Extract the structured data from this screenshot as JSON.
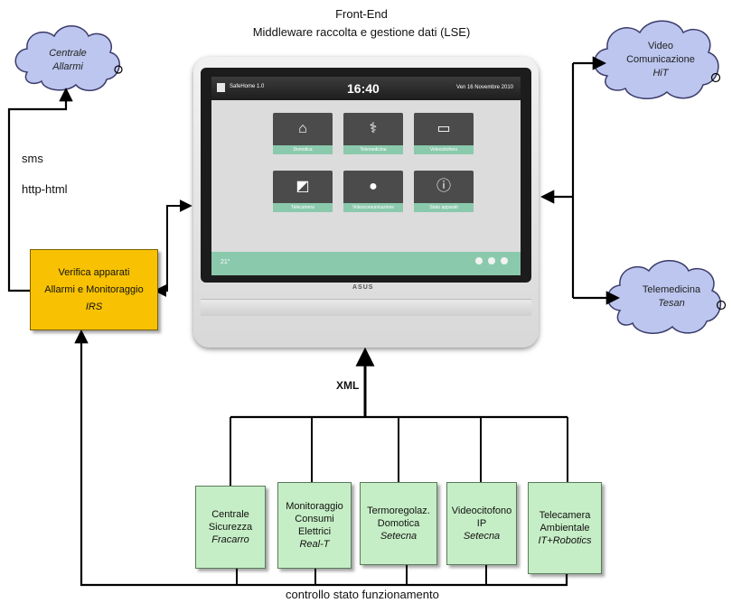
{
  "header": {
    "line1": "Front-End",
    "line2": "Middleware  raccolta e gestione dati (LSE)"
  },
  "clouds": {
    "centrale_allarmi": {
      "line1": "Centrale",
      "line2": "Allarmi"
    },
    "video": {
      "line1": "Video",
      "line2": "Comunicazione",
      "line3": "HiT"
    },
    "telemedicina": {
      "line1": "Telemedicina",
      "line2": "Tesan"
    }
  },
  "labels": {
    "sms": "sms",
    "http": "http-html",
    "xml": "XML",
    "bottom": "controllo  stato funzionamento"
  },
  "irs_box": {
    "line1": "Verifica apparati",
    "line2": "Allarmi e Monitoraggio",
    "line3": "IRS"
  },
  "devices": [
    {
      "line1": "Centrale",
      "line2": "Sicurezza",
      "line3": "",
      "vendor": "Fracarro"
    },
    {
      "line1": "Monitoraggio",
      "line2": "Consumi",
      "line3": "Elettrici",
      "vendor": "Real-T"
    },
    {
      "line1": "Termoregolaz.",
      "line2": "Domotica",
      "line3": "",
      "vendor": "Setecna"
    },
    {
      "line1": "Videocitofono",
      "line2": "IP",
      "line3": "",
      "vendor": "Setecna"
    },
    {
      "line1": "Telecamera",
      "line2": "Ambientale",
      "line3": "",
      "vendor": "IT+Robotics"
    }
  ],
  "screen": {
    "app_name": "SafeHome 1.0",
    "time": "16:40",
    "date": "Ven 16 Novembre 2010",
    "tiles": [
      {
        "label": "Domotica",
        "icon": "house-icon"
      },
      {
        "label": "Telemedicina",
        "icon": "caduceus-icon"
      },
      {
        "label": "Videocitofono",
        "icon": "monitor-icon"
      },
      {
        "label": "Telecamera",
        "icon": "camera-icon"
      },
      {
        "label": "Videocomunicazione",
        "icon": "speech-bubble-icon"
      },
      {
        "label": "Stato apparati",
        "icon": "info-icon"
      }
    ],
    "status": "21°",
    "brand": "ASUS"
  },
  "colors": {
    "device_box": "#c6eec6",
    "irs_box": "#f8c202",
    "cloud": "#bcc6ee",
    "screen_accent": "#8bc9ad"
  }
}
